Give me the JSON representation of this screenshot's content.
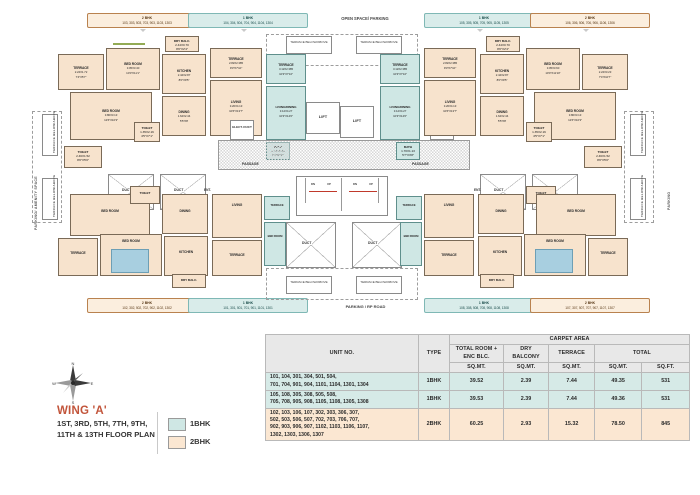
{
  "meta": {
    "wing_title": "WING 'A'",
    "floor_line1": "1ST, 3RD, 5TH, 7TH, 9TH,",
    "floor_line2": "11TH & 13TH FLOOR PLAN",
    "accent_color": "#c2553b",
    "color_1bhk": "#cfe7e4",
    "color_2bhk": "#f7e3cd"
  },
  "legend": {
    "items": [
      {
        "label": "1BHK",
        "color": "#cfe7e4"
      },
      {
        "label": "2BHK",
        "color": "#fbe7d2"
      }
    ]
  },
  "compass": {
    "n": "N",
    "s": "S",
    "e": "E",
    "w": "W"
  },
  "site_labels": {
    "top": "OPEN SPACE/ PARKING",
    "bottom": "PARKING / RP ROAD",
    "left": "PARKING/ AMENITY SPACE",
    "right": "PARKING"
  },
  "callouts": {
    "top": [
      {
        "type": "2 BHK",
        "units": "103, 303, 503, 703, 903, 1103, 1303",
        "kind": "2bhk"
      },
      {
        "type": "1 BHK",
        "units": "104, 304, 504, 704, 904, 1104, 1304",
        "kind": "1bhk"
      },
      {
        "type": "1 BHK",
        "units": "105, 305, 505, 705, 905, 1105, 1305",
        "kind": "1bhk"
      },
      {
        "type": "2 BHK",
        "units": "106, 306, 506, 706, 906, 1106, 1306",
        "kind": "2bhk"
      }
    ],
    "bottom": [
      {
        "type": "2 BHK",
        "units": "102, 302, 502, 702, 902, 1102, 1302",
        "kind": "2bhk"
      },
      {
        "type": "1 BHK",
        "units": "101, 301, 501, 701, 901, 1101, 1301",
        "kind": "1bhk"
      },
      {
        "type": "1 BHK",
        "units": "108, 308, 508, 708, 908, 1108, 1308",
        "kind": "1bhk"
      },
      {
        "type": "2 BHK",
        "units": "107, 307, 507, 707, 907, 1107, 1307",
        "kind": "2bhk"
      }
    ]
  },
  "core": {
    "lift_left": "LIFT",
    "lift_right": "LIFT",
    "passage_left": "PASSAGE",
    "passage_right": "PASSAGE",
    "duct": "DUCT",
    "elec_duct": "ELECT. DUCT",
    "ent": "ENT.",
    "up": "UP",
    "dn": "DN",
    "terrace_below": "TERRACE BELOW/ABOVE"
  },
  "rooms": {
    "terrace_tl": {
      "name": "TERRACE",
      "m": "2.24X1.72",
      "ft": "7'4\"X5'7\""
    },
    "bedroom_tl": {
      "name": "BED ROOM",
      "m": "3.05X3.40",
      "ft": "10'0\"X11'1\""
    },
    "kitchen_tl": {
      "name": "KITCHEN",
      "m": "2.44X2.87",
      "ft": "8'0\"X9'5\""
    },
    "terrace_tl2": {
      "name": "TERRACE",
      "m": "2.82X2.385",
      "ft": "9'3\"X7'10\""
    },
    "living_tl": {
      "name": "LIVING",
      "m": "3.20X4.13",
      "ft": "10'6\"X13'7\""
    },
    "bedroom_l": {
      "name": "BED ROOM",
      "m": "3.80X3.13",
      "ft": "12'6\"X10'3\""
    },
    "toilet_l": {
      "name": "TOILET",
      "m": "1.35X2.16",
      "ft": "4'5\"X7'1\""
    },
    "dining_l": {
      "name": "DINING",
      "m": "1.64X2.44",
      "ft": "5'5\"X8'"
    },
    "toilet_l2": {
      "name": "TOILET",
      "m": "2.46X1.52",
      "ft": "8'0\"X5'0\""
    },
    "dry_balc_tl": {
      "name": "DRY BALC.",
      "m": "2.44X0.70",
      "ft": "8'0\"X2'4\""
    },
    "terrace_tm": {
      "name": "TERRACE",
      "m": "3.12X2.385",
      "ft": "10'3\"X7'10\""
    },
    "livingdining_tm": {
      "name": "LIVING/DINING",
      "m": "3.12X4.27",
      "ft": "10'3\"X14'0\""
    },
    "bath_l": {
      "name": "BATH",
      "m": "1.70X1.13",
      "ft": "5'7\"X3'8\""
    },
    "bedroom_bm": {
      "name": "BED ROOM",
      "m": "3.05X3.05",
      "ft": "10'0\"X10'0\""
    },
    "terrace_r": {
      "name": "TERRACE",
      "m": "2.24X3.23",
      "ft": "7'4\"X10'7\""
    },
    "bedroom_tr": {
      "name": "BED ROOM",
      "m": "3.05X3.60",
      "ft": "10'0\"X11'10\""
    },
    "dining_r": {
      "name": "DINING",
      "m": "1.64X2.44",
      "ft": "5'5\"X8'"
    },
    "living_r": {
      "name": "LIVING",
      "m": "3.20X4.13",
      "ft": "10'6\"X13'7\""
    }
  },
  "table": {
    "header": {
      "unit_no": "UNIT NO.",
      "type": "TYPE",
      "carpet_area": "CARPET AREA",
      "total_room": "TOTAL ROOM +",
      "enc_blc": "ENC BLC.",
      "dry": "DRY",
      "balcony": "BALCONY",
      "terrace": "TERRACE",
      "total": "TOTAL",
      "sqmt": "SQ.MT.",
      "sqft": "SQ.FT."
    },
    "rows": [
      {
        "units": [
          "101, 104,  301, 304,  501, 504,",
          "701, 704,  901, 904, 1101, 1104, 1301, 1304"
        ],
        "type": "1BHK",
        "total_room": "39.52",
        "dry_balcony": "2.39",
        "terrace": "7.44",
        "total_sqmt": "49.35",
        "total_sqft": "531",
        "kind": "1bhk"
      },
      {
        "units": [
          "105, 108,  305, 308,  505, 508,",
          "705, 708,  905, 908, 1105, 1108, 1305, 1308"
        ],
        "type": "1BHK",
        "total_room": "39.53",
        "dry_balcony": "2.39",
        "terrace": "7.44",
        "total_sqmt": "49.36",
        "total_sqft": "531",
        "kind": "1bhk"
      },
      {
        "units": [
          "102, 103, 106, 107, 302, 303, 306, 307,",
          "502, 503, 506, 507, 702, 703, 706, 707,",
          "902, 903, 906, 907, 1102, 1103, 1106, 1107,",
          "1302, 1303, 1306, 1307"
        ],
        "type": "2BHK",
        "total_room": "60.25",
        "dry_balcony": "2.93",
        "terrace": "15.32",
        "total_sqmt": "78.50",
        "total_sqft": "845",
        "kind": "2bhk"
      }
    ]
  }
}
